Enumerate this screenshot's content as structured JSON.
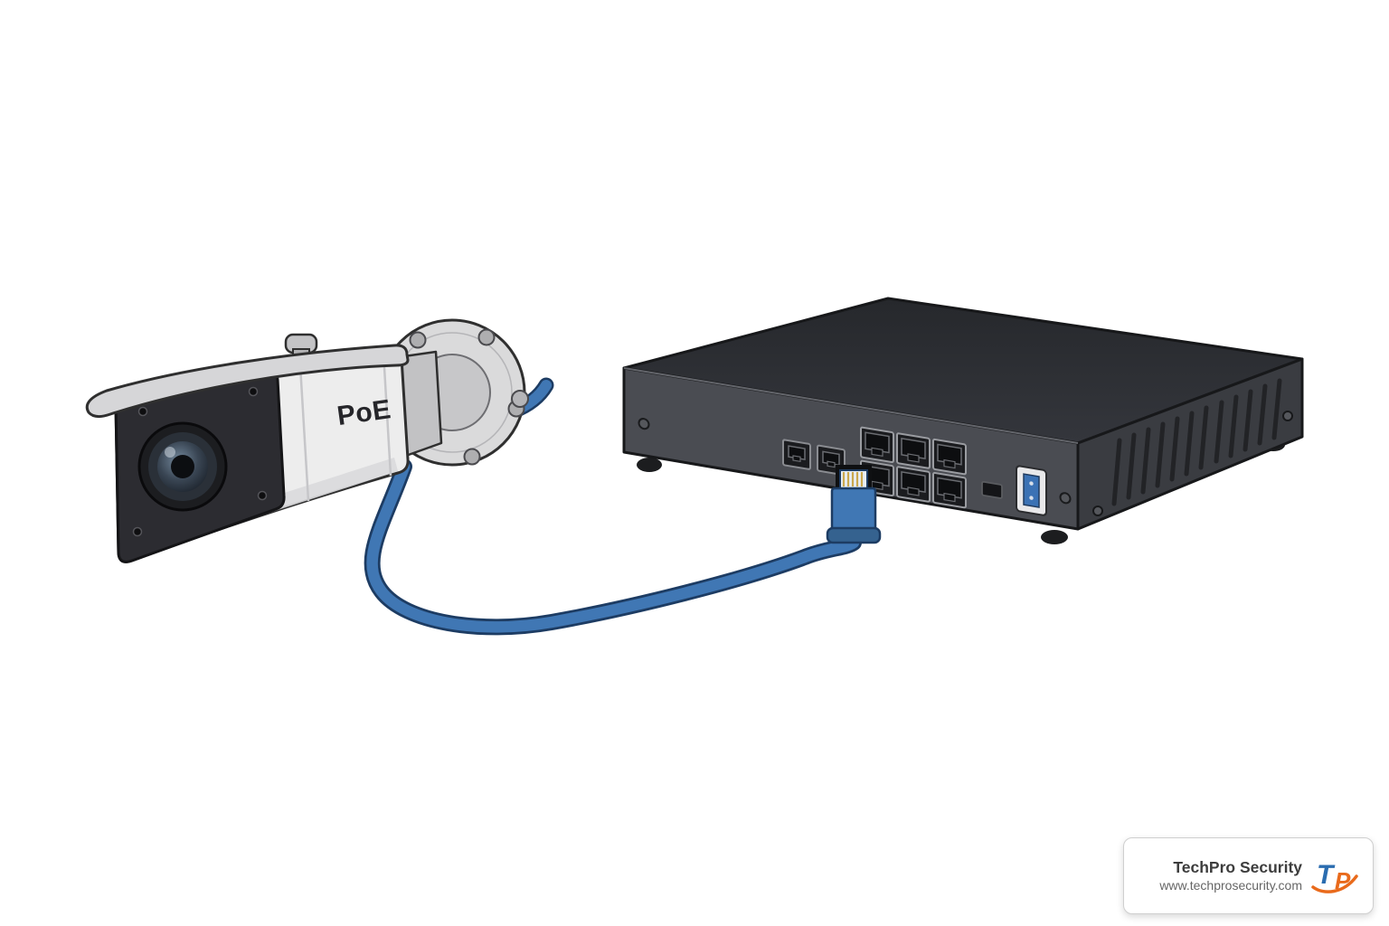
{
  "illustration": {
    "camera_label": "PoE"
  },
  "watermark": {
    "company": "TechPro Security",
    "website": "www.techprosecurity.com",
    "logo_t": "T",
    "logo_p": "P"
  },
  "colors": {
    "cable_blue": "#4077b4",
    "cable_outline": "#1d3c63",
    "camera_body": "#ededed",
    "camera_front": "#2c2c31",
    "switch_front": "#4a4c52",
    "switch_top": "#2e3035",
    "switch_side": "#3a3c41",
    "logo_blue": "#2b6db0",
    "logo_orange": "#e96a1b"
  }
}
